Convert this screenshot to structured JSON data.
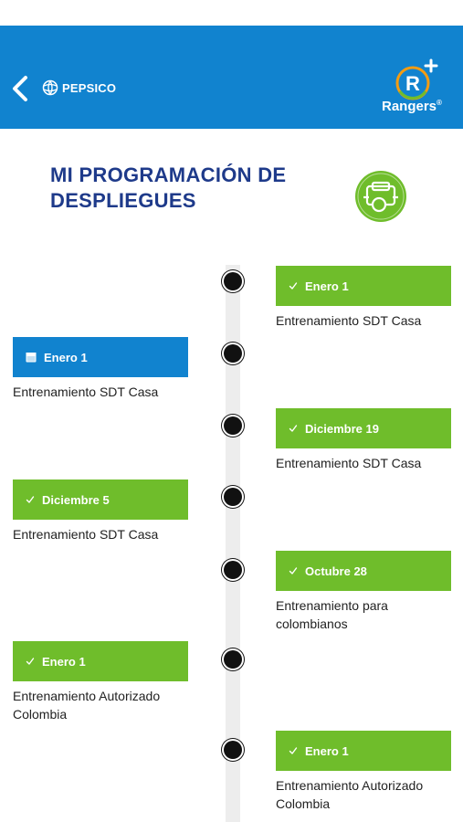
{
  "header": {
    "brand": "PEPSICO",
    "app_badge_letter": "R",
    "app_name": "Rangers",
    "app_name_mark": "®"
  },
  "page": {
    "title": "MI PROGRAMACIÓN DE DESPLIEGUES"
  },
  "colors": {
    "header_bg": "#1183cf",
    "done_green": "#6fbd2b",
    "pending_blue": "#1183cf",
    "title_navy": "#1e3a8a"
  },
  "timeline": [
    {
      "side": "right",
      "status": "done",
      "icon": "check-icon",
      "date": "Enero 1",
      "description": "Entrenamiento SDT Casa"
    },
    {
      "side": "left",
      "status": "pending",
      "icon": "calendar-icon",
      "date": "Enero 1",
      "description": "Entrenamiento SDT Casa"
    },
    {
      "side": "right",
      "status": "done",
      "icon": "check-icon",
      "date": "Diciembre 19",
      "description": "Entrenamiento SDT Casa"
    },
    {
      "side": "left",
      "status": "done",
      "icon": "check-icon",
      "date": "Diciembre 5",
      "description": "Entrenamiento SDT Casa"
    },
    {
      "side": "right",
      "status": "done",
      "icon": "check-icon",
      "date": "Octubre 28",
      "description": "Entrenamiento para colombianos"
    },
    {
      "side": "left",
      "status": "done",
      "icon": "check-icon",
      "date": "Enero 1",
      "description": "Entrenamiento Autorizado Colombia"
    },
    {
      "side": "right",
      "status": "done",
      "icon": "check-icon",
      "date": "Enero 1",
      "description": "Entrenamiento Autorizado Colombia"
    }
  ]
}
